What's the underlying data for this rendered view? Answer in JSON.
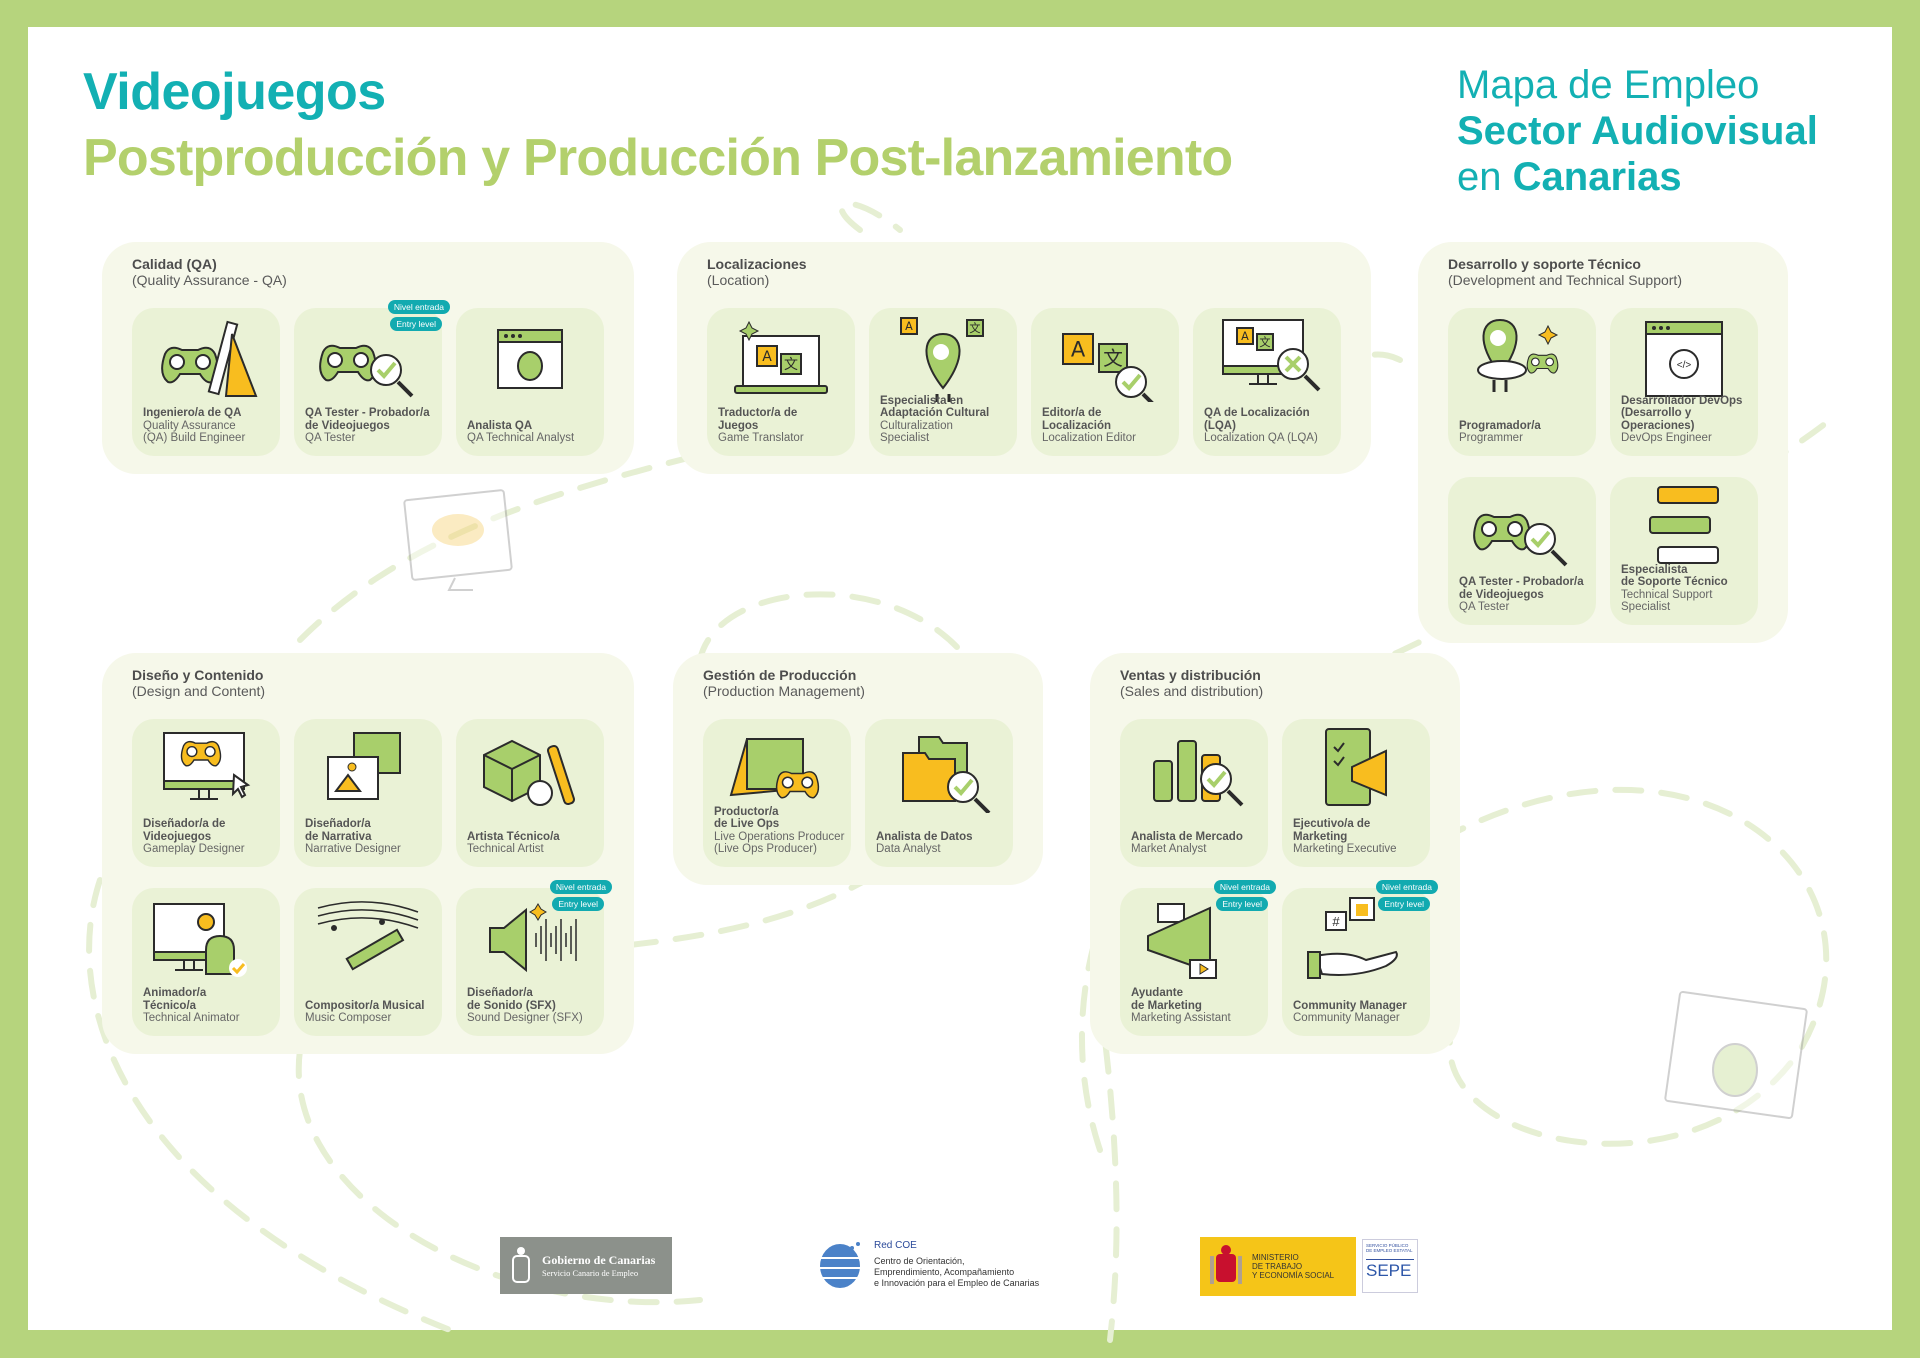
{
  "header": {
    "title": "Videojuegos",
    "subtitle": "Postproducción y Producción Post-lanzamiento",
    "brand": {
      "line1": "Mapa de Empleo",
      "line2": "Sector Audiovisual",
      "line3a": "en",
      "line3b": "Canarias"
    }
  },
  "badge": {
    "es": "Nivel entrada",
    "en": "Entry level"
  },
  "colors": {
    "teal": "#13b0b3",
    "green": "#b3d06c",
    "frame": "#b6d47d",
    "yellow": "#f8bd1f",
    "card": "#eaf2d6",
    "group": "#f6f8ea"
  },
  "groups": [
    {
      "title": "Calidad (QA)",
      "subtitle": "(Quality Assurance - QA)",
      "cols": 3,
      "cards": [
        {
          "title": "Ingeniero/a de QA",
          "subtitle": "Quality Assurance\n(QA) Build Engineer",
          "icon": "gamepad-ruler-icon"
        },
        {
          "title": "QA Tester - Probador/a\nde Videojuegos",
          "subtitle": "QA Tester",
          "icon": "gamepad-check-icon",
          "entry": true
        },
        {
          "title": "Analista QA",
          "subtitle": "QA Technical Analyst",
          "icon": "bug-window-icon"
        }
      ]
    },
    {
      "title": "Localizaciones",
      "subtitle": "(Location)",
      "cols": 4,
      "cards": [
        {
          "title": "Traductor/a de\nJuegos",
          "subtitle": "Game Translator",
          "icon": "translate-laptop-icon"
        },
        {
          "title": "Especialista en\nAdaptación Cultural",
          "subtitle": "Culturalization\nSpecialist",
          "icon": "mascot-translate-icon"
        },
        {
          "title": "Editor/a de\nLocalización",
          "subtitle": "Localization Editor",
          "icon": "translate-check-icon"
        },
        {
          "title": "QA de Localización\n(LQA)",
          "subtitle": "Localization QA (LQA)",
          "icon": "monitor-translate-x-icon"
        }
      ]
    },
    {
      "title": "Desarrollo y soporte Técnico",
      "subtitle": "(Development and Technical Support)",
      "cols": 2,
      "cards": [
        {
          "title": "Programador/a",
          "subtitle": "Programmer",
          "icon": "mascot-gamepad-icon"
        },
        {
          "title": "Desarrollador DevOps\n(Desarrollo y\nOperaciones)",
          "subtitle": "DevOps Engineer",
          "icon": "code-window-icon"
        },
        {
          "title": "QA Tester - Probador/a\nde Videojuegos",
          "subtitle": "QA Tester",
          "icon": "gamepad-check-icon"
        },
        {
          "title": "Especialista\nde Soporte Técnico",
          "subtitle": "Technical Support\nSpecialist",
          "icon": "chat-bubbles-icon"
        }
      ]
    },
    {
      "title": "Diseño y Contenido",
      "subtitle": "(Design and Content)",
      "cols": 3,
      "cards": [
        {
          "title": "Diseñador/a de\nVideojuegos",
          "subtitle": "Gameplay Designer",
          "icon": "monitor-gamepad-icon"
        },
        {
          "title": "Diseñador/a\nde Narrativa",
          "subtitle": "Narrative Designer",
          "icon": "image-document-icon"
        },
        {
          "title": "Artista Técnico/a",
          "subtitle": "Technical Artist",
          "icon": "cube-brush-icon"
        },
        {
          "title": "Animador/a\nTécnico/a",
          "subtitle": "Technical Animator",
          "icon": "animation-monitor-icon"
        },
        {
          "title": "Compositor/a Musical",
          "subtitle": "Music Composer",
          "icon": "music-pencil-icon"
        },
        {
          "title": "Diseñador/a\nde Sonido (SFX)",
          "subtitle": "Sound Designer (SFX)",
          "icon": "speaker-wave-icon",
          "entry": true
        }
      ]
    },
    {
      "title": "Gestión de Producción",
      "subtitle": "(Production Management)",
      "cols": 2,
      "cards": [
        {
          "title": "Productor/a\nde Live Ops",
          "subtitle": "Live Operations Producer\n(Live Ops Producer)",
          "icon": "calendar-gamepad-icon"
        },
        {
          "title": "Analista de Datos",
          "subtitle": "Data Analyst",
          "icon": "folder-check-icon"
        }
      ]
    },
    {
      "title": "Ventas y distribución",
      "subtitle": "(Sales and distribution)",
      "cols": 2,
      "cards": [
        {
          "title": "Analista de Mercado",
          "subtitle": "Market Analyst",
          "icon": "bar-chart-check-icon"
        },
        {
          "title": "Ejecutivo/a de\nMarketing",
          "subtitle": "Marketing Executive",
          "icon": "clipboard-megaphone-icon"
        },
        {
          "title": "Ayudante\nde Marketing",
          "subtitle": "Marketing Assistant",
          "icon": "megaphone-icon",
          "entry": true
        },
        {
          "title": "Community Manager",
          "subtitle": "Community Manager",
          "icon": "hand-social-icon",
          "entry": true
        }
      ]
    }
  ],
  "footer": {
    "gobierno": {
      "name": "Gobierno de Canarias",
      "sub": "Servicio Canario de Empleo"
    },
    "redcoe": {
      "name": "Red COE",
      "lines": [
        "Centro de Orientación,",
        "Emprendimiento, Acompañamiento",
        "e Innovación para el Empleo de Canarias"
      ]
    },
    "ministerio": {
      "lines": [
        "MINISTERIO",
        "DE TRABAJO",
        "Y ECONOMÍA SOCIAL"
      ]
    },
    "sepe": {
      "small": "SERVICIO PÚBLICO DE EMPLEO ESTATAL",
      "name": "SEPE"
    }
  }
}
